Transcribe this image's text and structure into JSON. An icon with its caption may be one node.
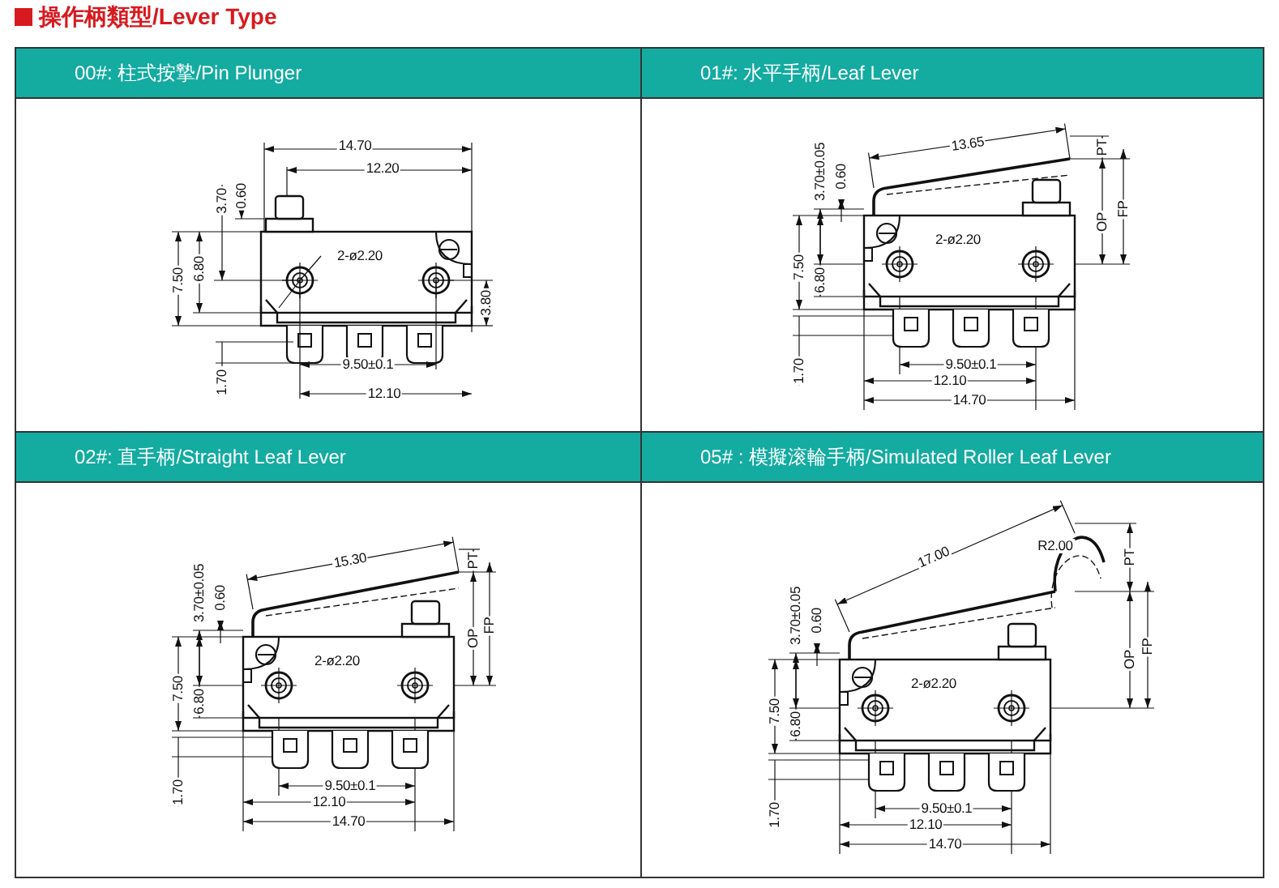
{
  "diagram": {
    "title": "操作柄類型/Lever Type",
    "nodes": [
      {
        "text": [
          "00#: 柱式按摯/Pin Plunger"
        ]
      },
      {
        "text": [
          "01#: 水平手柄/Leaf Lever"
        ]
      },
      {
        "text": [
          "02#: 直手柄/Straight Leaf Lever"
        ]
      },
      {
        "text": [
          "05# : 模擬滚輪手柄/Simulated Roller Leaf Lever"
        ]
      }
    ],
    "labels": [
      "14.70",
      "12.20",
      "3.70",
      "0.60",
      "2-ø2.20",
      "7.50",
      "6.80",
      "3.80",
      "1.70",
      "9.50±0.1",
      "12.10",
      "13.65",
      "PT",
      "3.70±0.05",
      "0.60",
      "OP",
      "FP",
      "2-ø2.20",
      "7.50",
      "6.80",
      "1.70",
      "9.50±0.1",
      "12.10",
      "14.70",
      "15.30",
      "PT",
      "3.70±0.05",
      "0.60",
      "OP",
      "FP",
      "2-ø2.20",
      "7.50",
      "6.80",
      "1.70",
      "9.50±0.1",
      "12.10",
      "14.70",
      "PT",
      "17.00",
      "R2.00",
      "3.70±0.05",
      "0.60",
      "OP",
      "FP",
      "2-ø2.20",
      "7.50",
      "6.80",
      "1.70",
      "9.50±0.1",
      "12.10",
      "14.70"
    ]
  }
}
